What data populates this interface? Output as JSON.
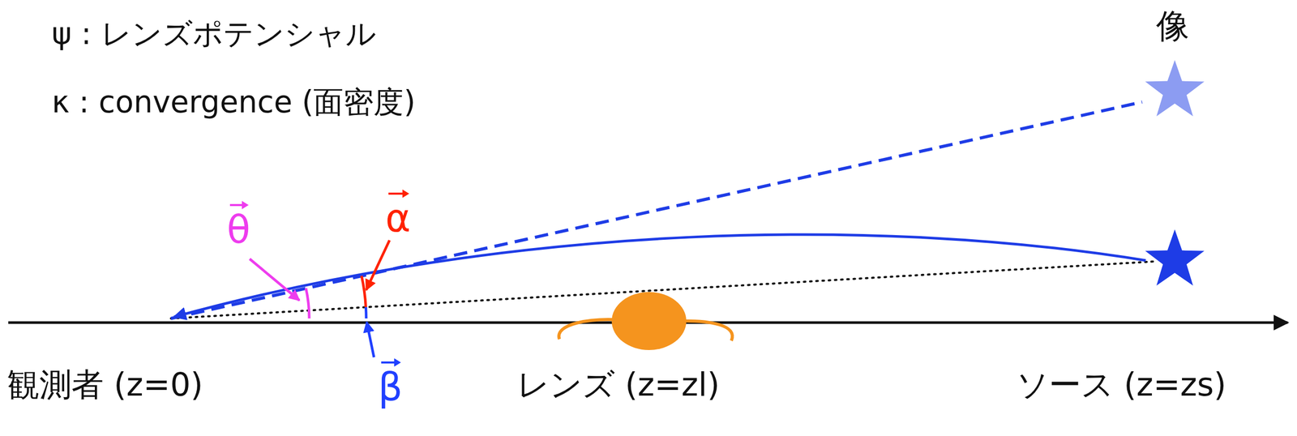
{
  "diagram": {
    "labels": [
      "ψ : レンズポテンシャル",
      "κ : convergence (面密度)",
      "像",
      "θ",
      "α",
      "β",
      "観測者 (z=0)",
      "レンズ (z=zl)",
      "ソース (z=zs)"
    ]
  }
}
